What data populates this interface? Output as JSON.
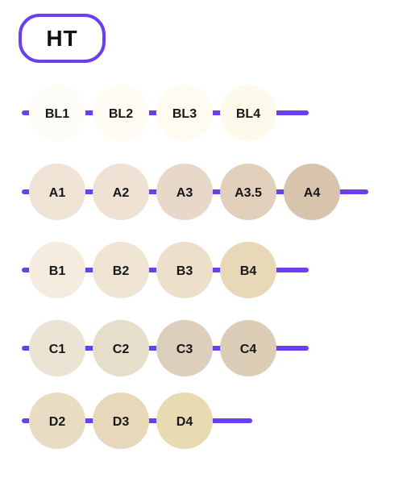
{
  "badge": {
    "label": "HT"
  },
  "colors": {
    "accent": "#6b3ef0",
    "text": "#161616"
  },
  "groups": [
    {
      "name": "BL",
      "shades": [
        {
          "label": "BL1",
          "color": "#fefcf6"
        },
        {
          "label": "BL2",
          "color": "#fefcf3"
        },
        {
          "label": "BL3",
          "color": "#fefbf0"
        },
        {
          "label": "BL4",
          "color": "#fefaeb"
        }
      ]
    },
    {
      "name": "A",
      "shades": [
        {
          "label": "A1",
          "color": "#efe3d5"
        },
        {
          "label": "A2",
          "color": "#efe2d5"
        },
        {
          "label": "A3",
          "color": "#e8d8c9"
        },
        {
          "label": "A3.5",
          "color": "#e2d0bd"
        },
        {
          "label": "A4",
          "color": "#d8c4ad"
        }
      ]
    },
    {
      "name": "B",
      "shades": [
        {
          "label": "B1",
          "color": "#f5ecdf"
        },
        {
          "label": "B2",
          "color": "#f0e5d4"
        },
        {
          "label": "B3",
          "color": "#ede0cb"
        },
        {
          "label": "B4",
          "color": "#e9d8b8"
        }
      ]
    },
    {
      "name": "C",
      "shades": [
        {
          "label": "C1",
          "color": "#ebe3d4"
        },
        {
          "label": "C2",
          "color": "#e6decb"
        },
        {
          "label": "C3",
          "color": "#dccfbb"
        },
        {
          "label": "C4",
          "color": "#dbcdb6"
        }
      ]
    },
    {
      "name": "D",
      "shades": [
        {
          "label": "D2",
          "color": "#e8dcc4"
        },
        {
          "label": "D3",
          "color": "#e8d8bb"
        },
        {
          "label": "D4",
          "color": "#e8dbb2"
        }
      ]
    }
  ]
}
